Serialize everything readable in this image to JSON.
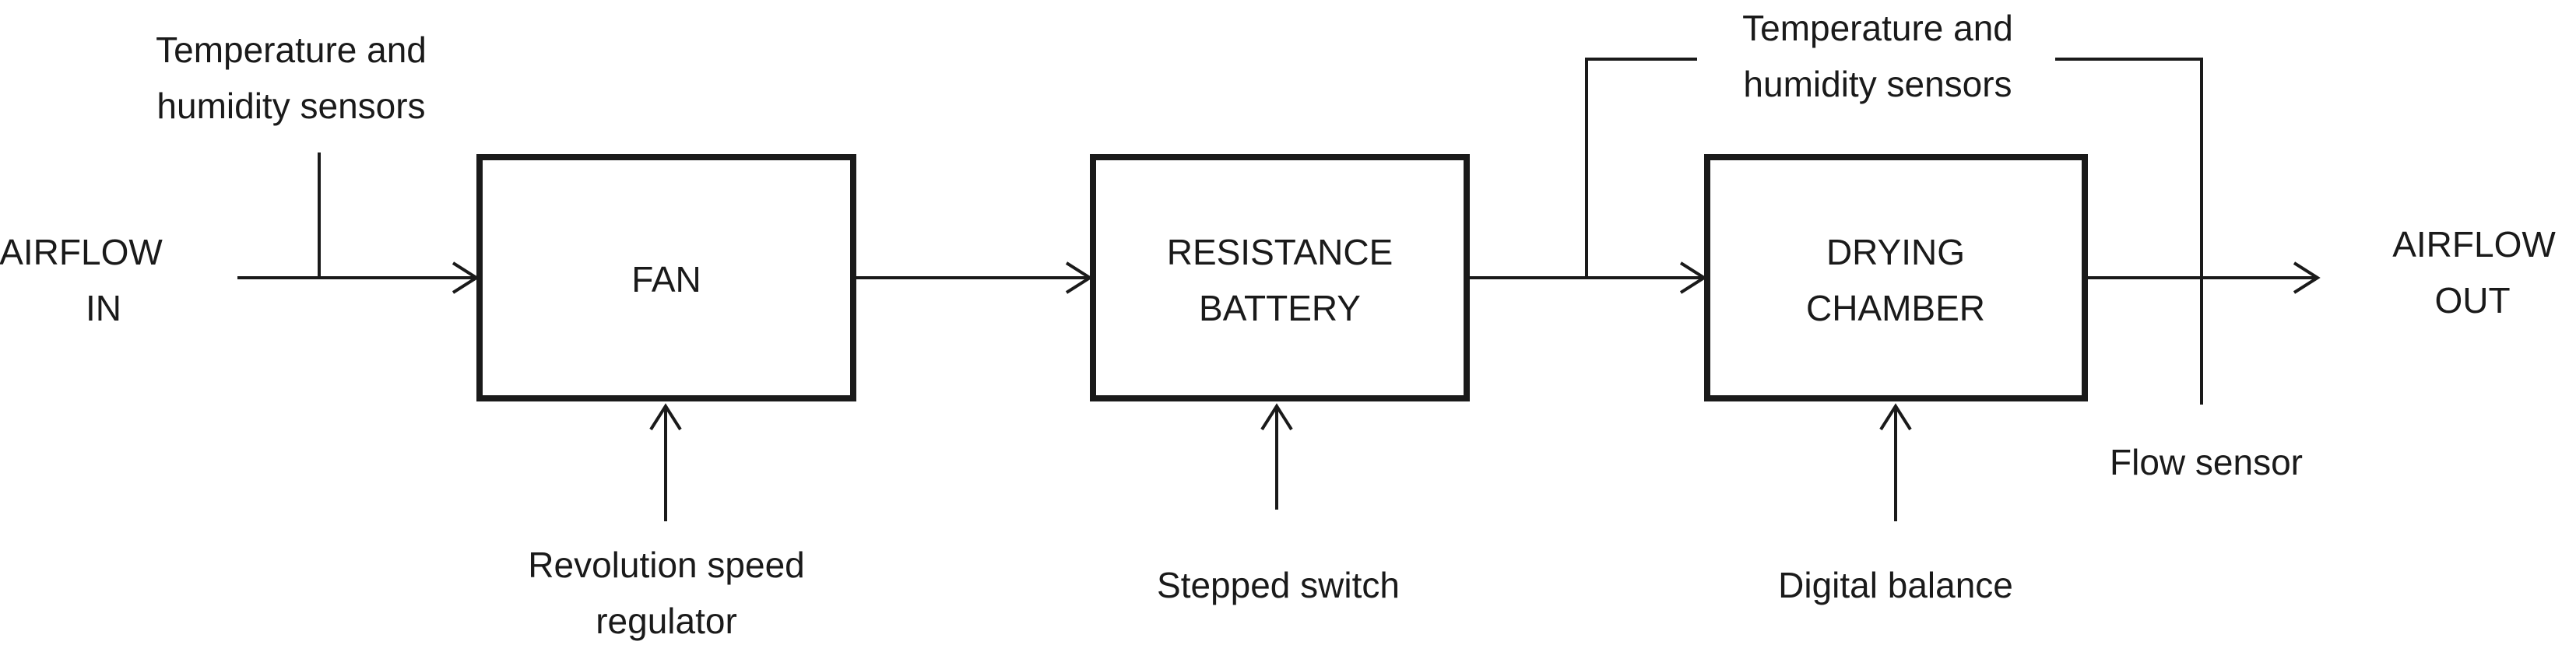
{
  "inputs": {
    "airflow_in": [
      "AIRFLOW",
      "IN"
    ],
    "airflow_out": [
      "AIRFLOW",
      "OUT"
    ]
  },
  "blocks": {
    "fan": [
      "FAN"
    ],
    "resistance_battery": [
      "RESISTANCE",
      "BATTERY"
    ],
    "drying_chamber": [
      "DRYING",
      "CHAMBER"
    ]
  },
  "sensors": {
    "inlet_temp_humidity": [
      "Temperature  and",
      "humidity sensors"
    ],
    "outlet_temp_humidity": [
      "Temperature  and",
      "humidity sensors"
    ],
    "flow_sensor": [
      "Flow sensor"
    ]
  },
  "controls": {
    "fan_regulator": [
      "Revolution speed",
      "regulator"
    ],
    "battery_switch": [
      "Stepped switch"
    ],
    "chamber_balance": [
      "Digital balance"
    ]
  },
  "colors": {
    "line": "#1a1a1a",
    "text": "#1a1a1a",
    "background": "#ffffff"
  }
}
